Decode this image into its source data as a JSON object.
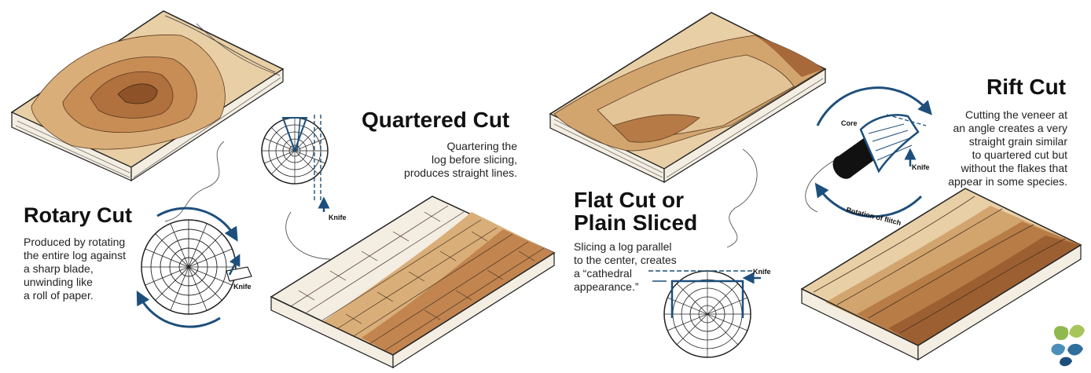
{
  "sections": [
    {
      "id": "rotary",
      "title": "Rotary Cut",
      "description": [
        "Produced by rotating",
        "the entire log against",
        "a sharp blade,",
        "unwinding like",
        "a roll of paper."
      ],
      "knife_label": "Knife"
    },
    {
      "id": "quartered",
      "title": "Quartered Cut",
      "description": [
        "Quartering the",
        "log before slicing,",
        "produces straight lines."
      ],
      "knife_label": "Knife"
    },
    {
      "id": "flat",
      "title": [
        "Flat Cut or",
        "Plain Sliced"
      ],
      "description": [
        "Slicing a log parallel",
        "to the center, creates",
        "a “cathedral",
        "appearance.”"
      ],
      "knife_label": "Knife"
    },
    {
      "id": "rift",
      "title": "Rift Cut",
      "description": [
        "Cutting the veneer at",
        "an angle creates a very",
        "straight grain similar",
        "to quartered cut but",
        "without the flakes that",
        "appear in some species."
      ],
      "knife_label": "Knife",
      "core_label": "Core",
      "rotation_label": "Rotation of flitch"
    }
  ],
  "colors": {
    "accent_blue": "#1d4f7c",
    "wood_light": "#e8cfa6",
    "wood_mid": "#d2a56f",
    "wood_dark": "#a8693a",
    "wood_edge": "#f3ede2",
    "logo_green": "#8fb84e",
    "logo_blue": "#2f6f9c"
  },
  "icons": [
    "log-cross-section-icon",
    "knife-arrow-icon",
    "rotation-arrow-icon",
    "company-logo-icon"
  ]
}
